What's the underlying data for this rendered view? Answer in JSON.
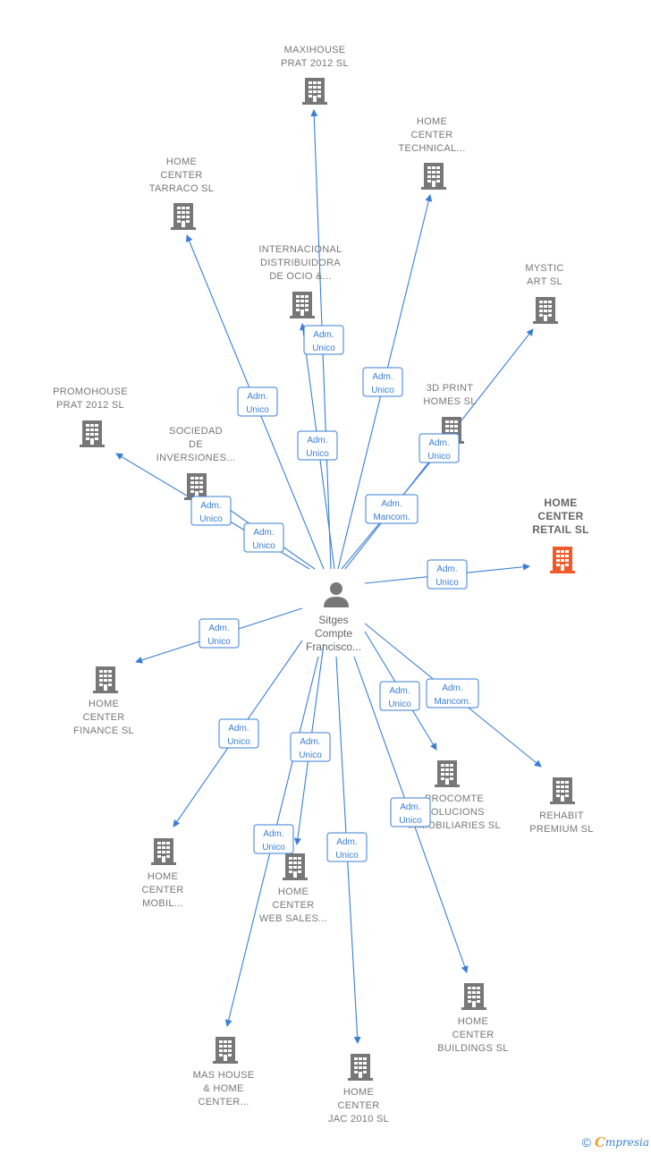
{
  "center": {
    "lines": [
      "Sitges",
      "Compte",
      "Francisco..."
    ],
    "icon": "person-icon"
  },
  "colors": {
    "edge": "#3a7fd5",
    "building": "#777777",
    "focus_building": "#f05a28"
  },
  "companies": [
    {
      "id": "maxihouse",
      "lines": [
        "MAXIHOUSE",
        "PRAT 2012  SL"
      ],
      "focus": false
    },
    {
      "id": "technical",
      "lines": [
        "HOME",
        "CENTER",
        "TECHNICAL..."
      ],
      "focus": false
    },
    {
      "id": "tarraco",
      "lines": [
        "HOME",
        "CENTER",
        "TARRACO  SL"
      ],
      "focus": false
    },
    {
      "id": "internacional",
      "lines": [
        "INTERNACIONAL",
        "DISTRIBUIDORA",
        "DE OCIO &..."
      ],
      "focus": false
    },
    {
      "id": "mystic",
      "lines": [
        "MYSTIC",
        "ART SL"
      ],
      "focus": false
    },
    {
      "id": "3dprint",
      "lines": [
        "3D PRINT",
        "HOMES  SL"
      ],
      "focus": false
    },
    {
      "id": "promohouse",
      "lines": [
        "PROMOHOUSE",
        "PRAT 2012  SL"
      ],
      "focus": false
    },
    {
      "id": "sociedad",
      "lines": [
        "SOCIEDAD",
        "DE",
        "INVERSIONES..."
      ],
      "focus": false
    },
    {
      "id": "retail",
      "lines": [
        "HOME",
        "CENTER",
        "RETAIL  SL"
      ],
      "focus": true
    },
    {
      "id": "finance",
      "lines": [
        "HOME",
        "CENTER",
        "FINANCE  SL"
      ],
      "focus": false
    },
    {
      "id": "procomte",
      "lines": [
        "PROCOMTE",
        "SOLUCIONS",
        "IMMOBILIARIES SL"
      ],
      "focus": false
    },
    {
      "id": "rehabit",
      "lines": [
        "REHABIT",
        "PREMIUM  SL"
      ],
      "focus": false
    },
    {
      "id": "mobil",
      "lines": [
        "HOME",
        "CENTER",
        "MOBIL..."
      ],
      "focus": false
    },
    {
      "id": "websales",
      "lines": [
        "HOME",
        "CENTER",
        "WEB SALES..."
      ],
      "focus": false
    },
    {
      "id": "buildings",
      "lines": [
        "HOME",
        "CENTER",
        "BUILDINGS  SL"
      ],
      "focus": false
    },
    {
      "id": "mashouse",
      "lines": [
        "MAS HOUSE",
        "& HOME",
        "CENTER..."
      ],
      "focus": false
    },
    {
      "id": "jac",
      "lines": [
        "HOME",
        "CENTER",
        "JAC 2010  SL"
      ],
      "focus": false
    }
  ],
  "relations": [
    {
      "target": "maxihouse",
      "role": [
        "Adm.",
        "Unico"
      ]
    },
    {
      "target": "technical",
      "role": [
        "Adm.",
        "Unico"
      ]
    },
    {
      "target": "tarraco",
      "role": [
        "Adm.",
        "Unico"
      ]
    },
    {
      "target": "internacional",
      "role": [
        "Adm.",
        "Unico"
      ]
    },
    {
      "target": "mystic",
      "role": [
        "Adm.",
        "Mancom."
      ]
    },
    {
      "target": "3dprint",
      "role": [
        "Adm.",
        "Unico"
      ]
    },
    {
      "target": "promohouse",
      "role": [
        "Adm.",
        "Unico"
      ]
    },
    {
      "target": "sociedad",
      "role": [
        "Adm.",
        "Unico"
      ]
    },
    {
      "target": "retail",
      "role": [
        "Adm.",
        "Unico"
      ]
    },
    {
      "target": "finance",
      "role": [
        "Adm.",
        "Unico"
      ]
    },
    {
      "target": "procomte",
      "role": [
        "Adm.",
        "Unico"
      ]
    },
    {
      "target": "rehabit",
      "role": [
        "Adm.",
        "Mancom."
      ]
    },
    {
      "target": "mobil",
      "role": [
        "Adm.",
        "Unico"
      ]
    },
    {
      "target": "websales",
      "role": [
        "Adm.",
        "Unico"
      ]
    },
    {
      "target": "buildings",
      "role": [
        "Adm.",
        "Unico"
      ]
    },
    {
      "target": "mashouse",
      "role": [
        "Adm.",
        "Unico"
      ]
    },
    {
      "target": "jac",
      "role": [
        "Adm.",
        "Unico"
      ]
    }
  ],
  "footer": {
    "copyright_symbol": "©",
    "brand_initial": "C",
    "brand_rest": "mpresia"
  }
}
